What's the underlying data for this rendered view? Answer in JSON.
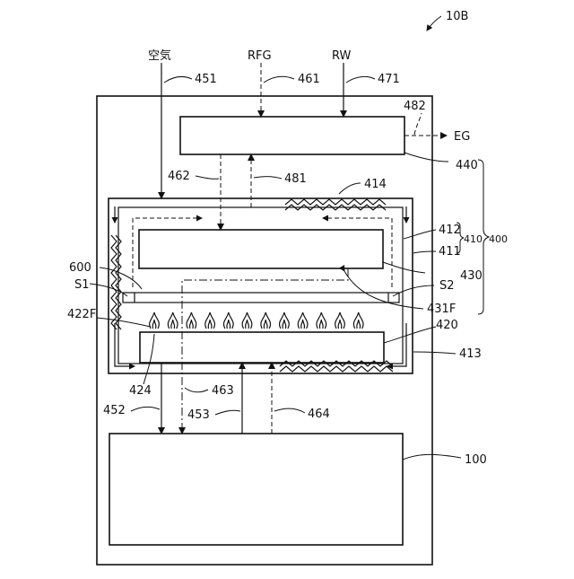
{
  "figure_id": "10B",
  "inputs": {
    "air": "空気",
    "rfg": "RFG",
    "rw": "RW"
  },
  "output": "EG",
  "labels": {
    "l451": "451",
    "l461": "461",
    "l471": "471",
    "l482": "482",
    "l440": "440",
    "l462": "462",
    "l481": "481",
    "l414": "414",
    "l412": "412",
    "l411": "411",
    "l410": "410",
    "l400": "400",
    "l600": "600",
    "l430": "430",
    "lS1": "S1",
    "lS2": "S2",
    "l431F": "431F",
    "l422F": "422F",
    "l420": "420",
    "l413": "413",
    "l424": "424",
    "l463": "463",
    "l452": "452",
    "l453": "453",
    "l464": "464",
    "l100": "100"
  }
}
